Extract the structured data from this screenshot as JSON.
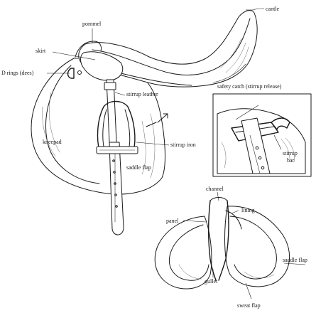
{
  "labels": {
    "cantle": "cantle",
    "pommel": "pommel",
    "skirt": "skirt",
    "d_rings": "D rings (dees)",
    "stirrup_leather": "stirrup leather",
    "kneepad": "kneepad",
    "stirrup_iron": "stirrup iron",
    "saddle_flap_main": "saddle flap",
    "safety_catch": "safety catch (stirrup release)",
    "stirrup_bar_line1": "stirrup",
    "stirrup_bar_line2": "bar",
    "channel": "channel",
    "lining": "lining",
    "panel": "panel",
    "saddle_flap_under": "saddle flap",
    "gullet": "gullet",
    "sweat_flap": "sweat flap"
  }
}
